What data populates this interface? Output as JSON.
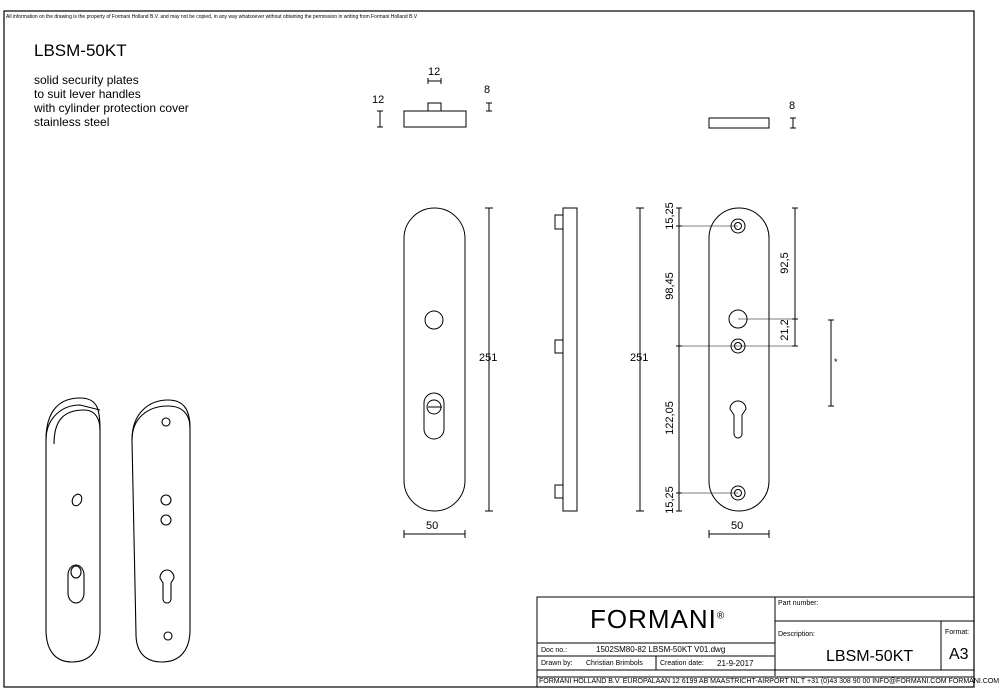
{
  "disclaimer": "All information on the drawing is the property of Formani Holland B.V. and may not be copied, in any way whatsoever without obtaining the permission in writing from Formani Holland B.V",
  "product": {
    "code": "LBSM-50KT",
    "description": [
      "solid security plates",
      "to suit lever handles",
      "with cylinder protection cover",
      "stainless steel"
    ]
  },
  "dimensions": {
    "top_width": "12",
    "top_height": "12",
    "top_thickness": "8",
    "side_thickness": "8",
    "height_front": "251",
    "height_side": "251",
    "width_front": "50",
    "width_back": "50",
    "top_margin": "15,25",
    "to_spindle": "98,45",
    "to_cylinder": "122,05",
    "bottom_margin": "15,25",
    "spindle_to_top_hole": "92,5",
    "spindle_to_hole": "21,2",
    "asterisk": "*"
  },
  "title_block": {
    "logo": "FORMANI",
    "logo_mark": "®",
    "doc_no_label": "Doc no.:",
    "doc_no": "1502SM80-82 LBSM-50KT V01.dwg",
    "drawn_by_label": "Drawn by:",
    "drawn_by": "Christian Brimbols",
    "creation_date_label": "Creation date:",
    "creation_date": "21-9-2017",
    "part_number_label": "Part number:",
    "description_label": "Description:",
    "description": "LBSM-50KT",
    "format_label": "Format:",
    "format": "A3",
    "footer": "FORMANI HOLLAND B.V.  EUROPALAAN 12  6199 AB MAASTRICHT-AIRPORT NL  T +31 (0)43 308 90 00 INFO@FORMANI.COM FORMANI.COM"
  }
}
